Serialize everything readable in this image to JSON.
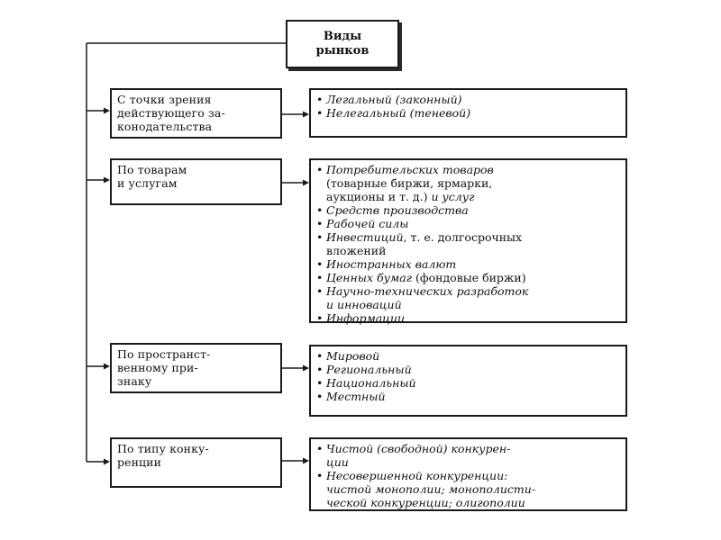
{
  "root": {
    "label": "Виды\nрынков"
  },
  "categories": [
    {
      "label": "С точки зрения\nдействующего за-\nконодательства",
      "items": [
        {
          "parts": [
            {
              "t": "Легальный (законный)",
              "i": true
            }
          ]
        },
        {
          "parts": [
            {
              "t": "Нелегальный (теневой)",
              "i": true
            }
          ]
        }
      ]
    },
    {
      "label": "По товарам\nи услугам",
      "items": [
        {
          "parts": [
            {
              "t": "Потребительских товаров\n",
              "i": true
            },
            {
              "t": "(товарные биржи, ярмарки,\nаукционы и т. д.) ",
              "i": false
            },
            {
              "t": "и услуг",
              "i": true
            }
          ]
        },
        {
          "parts": [
            {
              "t": "Средств производства",
              "i": true
            }
          ]
        },
        {
          "parts": [
            {
              "t": "Рабочей силы",
              "i": true
            }
          ]
        },
        {
          "parts": [
            {
              "t": "Инвестиций",
              "i": true
            },
            {
              "t": ", т. е. долгосрочных\nвложений",
              "i": false
            }
          ]
        },
        {
          "parts": [
            {
              "t": "Иностранных валют",
              "i": true
            }
          ]
        },
        {
          "parts": [
            {
              "t": "Ценных бумаг ",
              "i": true
            },
            {
              "t": "(фондовые биржи)",
              "i": false
            }
          ]
        },
        {
          "parts": [
            {
              "t": "Научно-технических разработок\nи инноваций",
              "i": true
            }
          ]
        },
        {
          "parts": [
            {
              "t": "Информации",
              "i": true
            }
          ]
        }
      ]
    },
    {
      "label": "По пространст-\nвенному при-\nзнаку",
      "items": [
        {
          "parts": [
            {
              "t": "Мировой",
              "i": true
            }
          ]
        },
        {
          "parts": [
            {
              "t": "Региональный",
              "i": true
            }
          ]
        },
        {
          "parts": [
            {
              "t": "Национальный",
              "i": true
            }
          ]
        },
        {
          "parts": [
            {
              "t": "Местный",
              "i": true
            }
          ]
        }
      ]
    },
    {
      "label": "По типу конку-\nренции",
      "items": [
        {
          "parts": [
            {
              "t": "Чистой (свободной) конкурен-\nции",
              "i": true
            }
          ]
        },
        {
          "parts": [
            {
              "t": "Несовершенной конкуренции:\nчистой монополии; монополисти-\nческой конкуренции; олигополии",
              "i": true
            }
          ]
        }
      ]
    }
  ],
  "colors": {
    "line": "#1a1a1a",
    "background": "#ffffff"
  }
}
